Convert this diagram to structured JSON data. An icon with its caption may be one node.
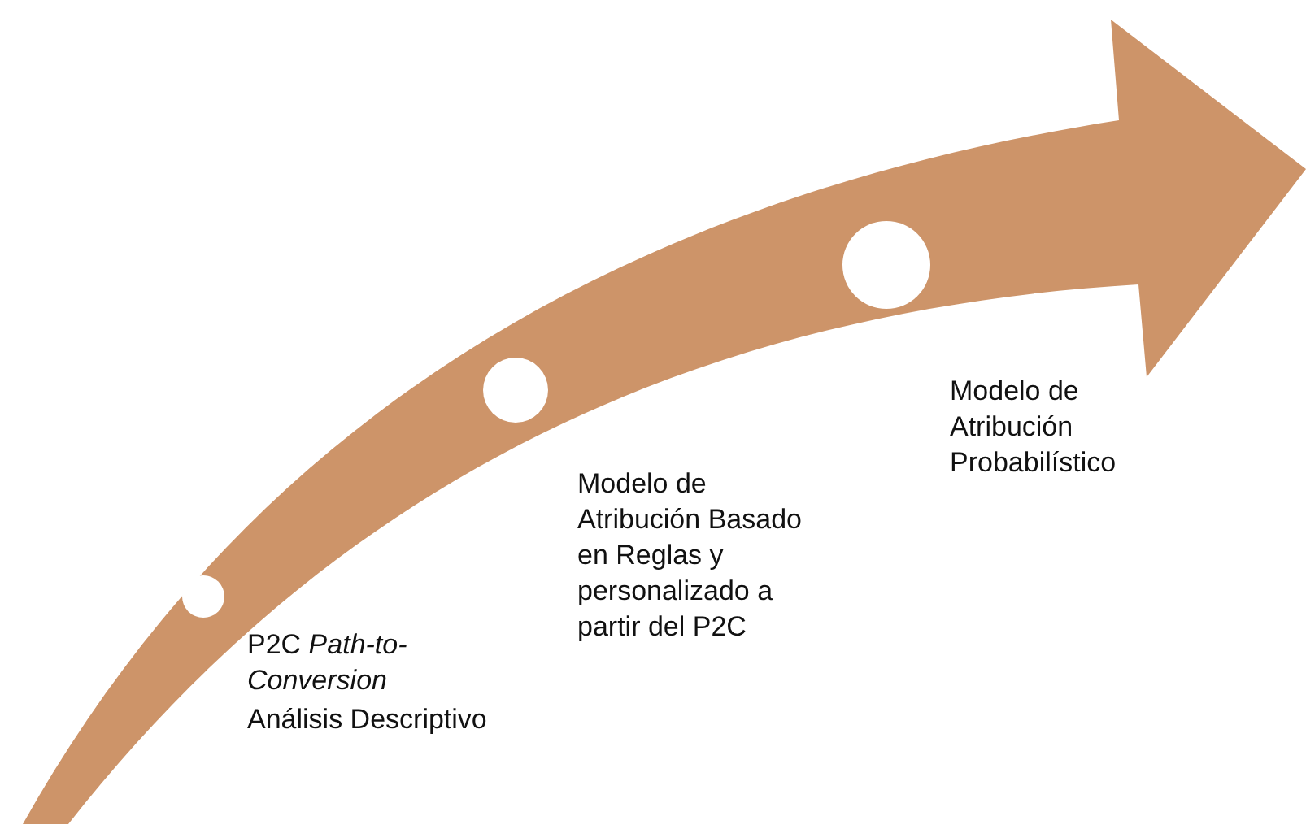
{
  "diagram": {
    "nodes": [
      {
        "text": [],
        "shape": "circle",
        "beside": [
          "P2C *Path-to-Conversion*",
          "Análisis Descriptivo"
        ]
      },
      {
        "text": [],
        "shape": "circle",
        "beside": [
          "Modelo de Atribución Basado en Reglas y personalizado a partir del P2C"
        ]
      },
      {
        "text": [],
        "shape": "circle",
        "beside": [
          "Modelo de Atribución Probabilístico"
        ]
      }
    ]
  }
}
